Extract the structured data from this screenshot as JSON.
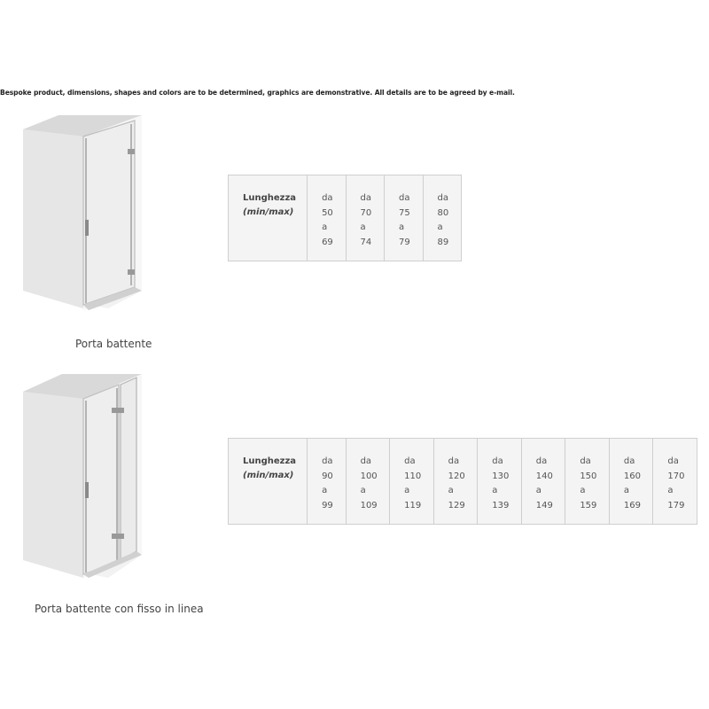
{
  "notice": "Bespoke product, dimensions, shapes and colors are to be determined, graphics are demonstrative. All details are to be agreed by e-mail.",
  "sections": [
    {
      "caption": "Porta battente",
      "header": {
        "label": "Lunghezza",
        "sub": "(min/max)"
      },
      "ranges": [
        {
          "from_word": "da",
          "min": "50",
          "to_word": "a",
          "max": "69"
        },
        {
          "from_word": "da",
          "min": "70",
          "to_word": "a",
          "max": "74"
        },
        {
          "from_word": "da",
          "min": "75",
          "to_word": "a",
          "max": "79"
        },
        {
          "from_word": "da",
          "min": "80",
          "to_word": "a",
          "max": "89"
        }
      ]
    },
    {
      "caption": "Porta battente con fisso in linea",
      "header": {
        "label": "Lunghezza",
        "sub": "(min/max)"
      },
      "ranges": [
        {
          "from_word": "da",
          "min": "90",
          "to_word": "a",
          "max": "99"
        },
        {
          "from_word": "da",
          "min": "100",
          "to_word": "a",
          "max": "109"
        },
        {
          "from_word": "da",
          "min": "110",
          "to_word": "a",
          "max": "119"
        },
        {
          "from_word": "da",
          "min": "120",
          "to_word": "a",
          "max": "129"
        },
        {
          "from_word": "da",
          "min": "130",
          "to_word": "a",
          "max": "139"
        },
        {
          "from_word": "da",
          "min": "140",
          "to_word": "a",
          "max": "149"
        },
        {
          "from_word": "da",
          "min": "150",
          "to_word": "a",
          "max": "159"
        },
        {
          "from_word": "da",
          "min": "160",
          "to_word": "a",
          "max": "169"
        },
        {
          "from_word": "da",
          "min": "170",
          "to_word": "a",
          "max": "179"
        }
      ]
    }
  ]
}
